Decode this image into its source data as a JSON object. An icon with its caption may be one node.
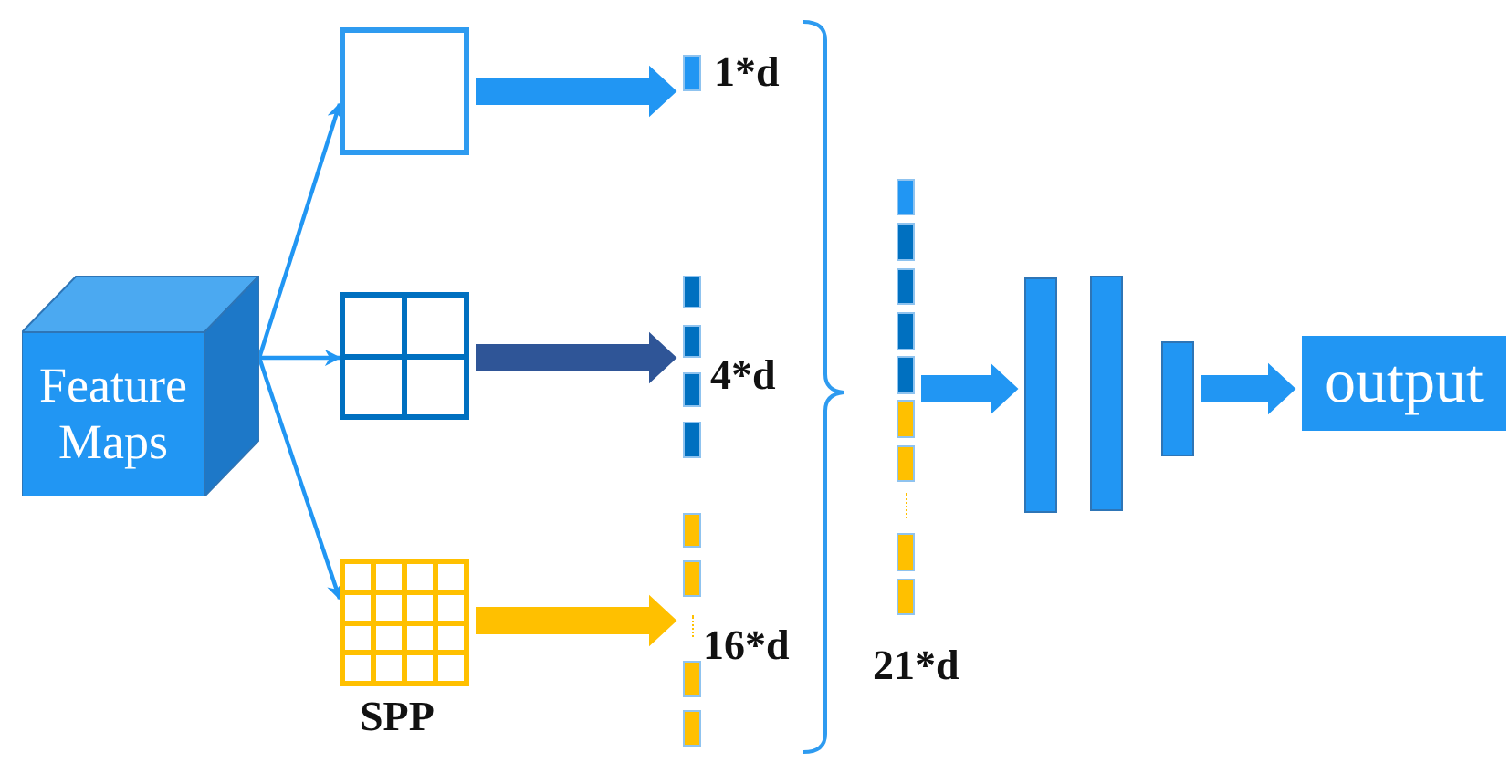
{
  "diagram": {
    "nodes": [
      {
        "text": [
          "Feature Maps"
        ]
      },
      {
        "text": [],
        "shape": "box"
      },
      {
        "text": [],
        "shape": "box"
      },
      {
        "text": [],
        "shape": "box",
        "beside": [
          "SPP"
        ]
      },
      {
        "text": [],
        "shape": "bar",
        "beside": [
          "1*d"
        ]
      },
      {
        "text": [],
        "shape": "bar",
        "beside": [
          "4*d"
        ]
      },
      {
        "text": [],
        "shape": "bar",
        "beside": [
          "16*d"
        ]
      },
      {
        "text": [],
        "shape": "bar",
        "beside": [
          "21*d"
        ]
      },
      {
        "text": [],
        "shape": "bar"
      },
      {
        "text": [],
        "shape": "bar"
      },
      {
        "text": [],
        "shape": "bar"
      },
      {
        "text": [
          "output"
        ]
      }
    ],
    "edges": [
      {
        "from": 0,
        "to": 1,
        "arrow": "to"
      },
      {
        "from": 0,
        "to": 2,
        "arrow": "to"
      },
      {
        "from": 0,
        "to": 3,
        "arrow": "to"
      },
      {
        "from": 1,
        "to": 4,
        "arrow": "to",
        "style": "thick"
      },
      {
        "from": 2,
        "to": 5,
        "arrow": "to",
        "style": "thick",
        "color": "#2f5597"
      },
      {
        "from": 3,
        "to": 6,
        "arrow": "to",
        "style": "thick",
        "color": "#ffc000"
      },
      {
        "from": 7,
        "to": 8,
        "arrow": "to",
        "style": "thick"
      },
      {
        "from": 10,
        "to": 11,
        "arrow": "to",
        "style": "thick"
      }
    ]
  }
}
